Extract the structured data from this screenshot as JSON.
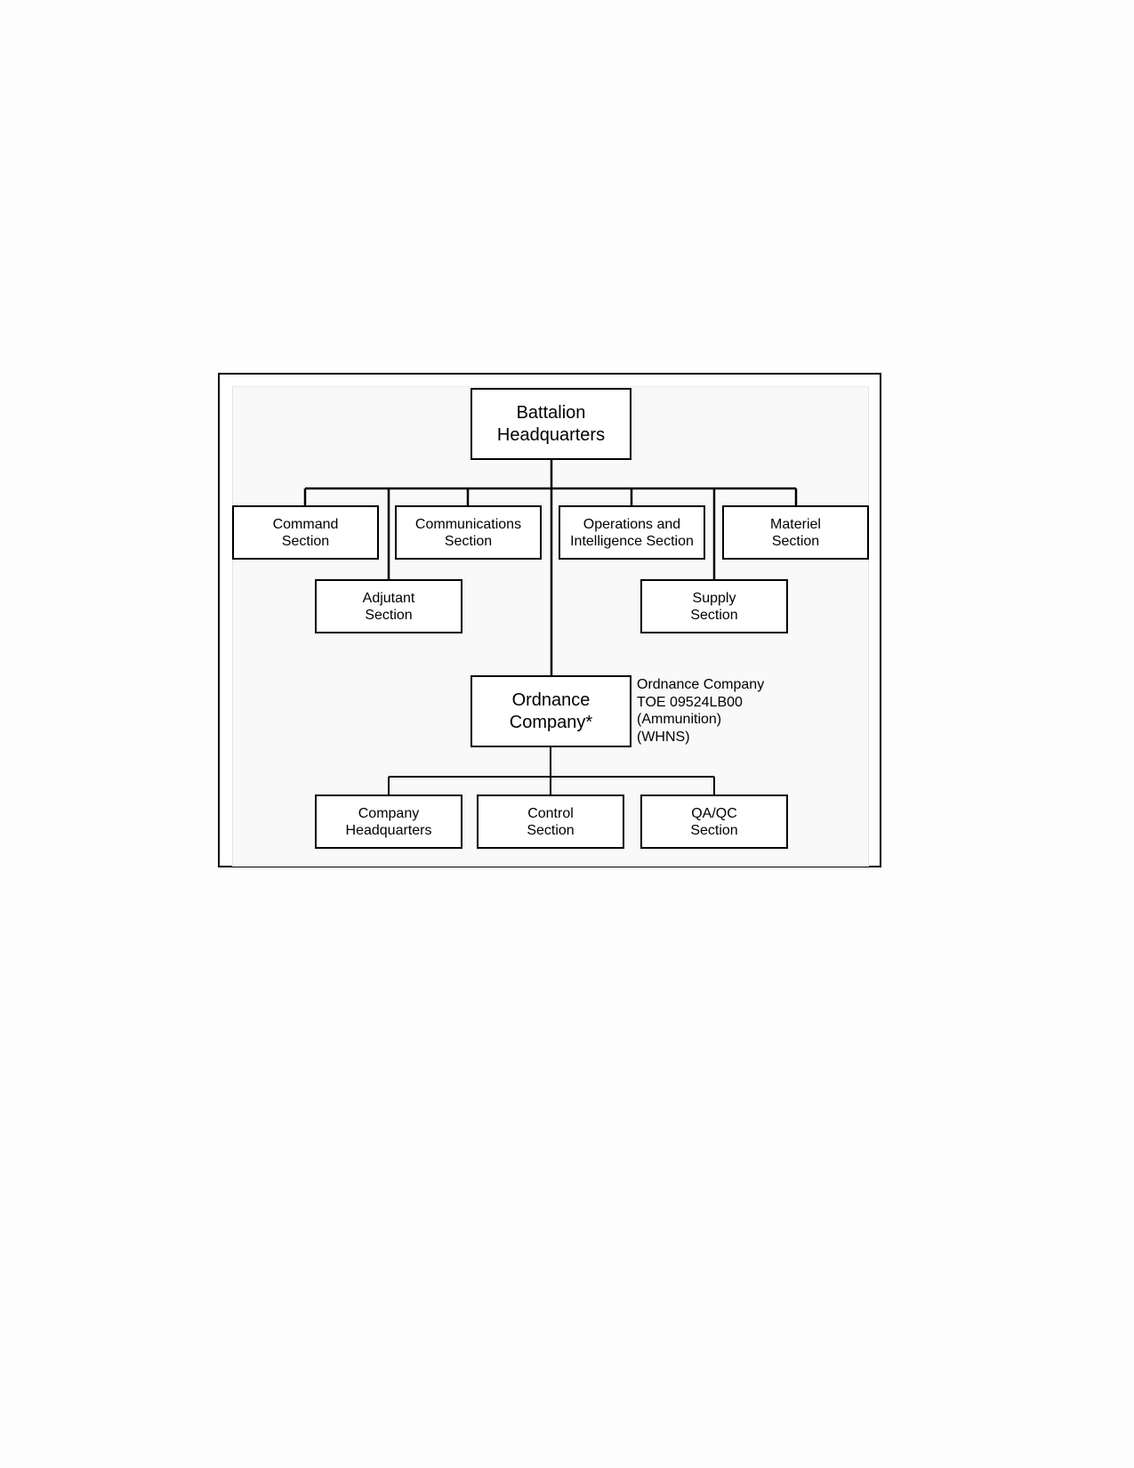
{
  "diagram": {
    "battalion_hq": "Battalion\nHeadquarters",
    "command_section": "Command\nSection",
    "communications_section": "Communications\nSection",
    "operations_section": "Operations and\nIntelligence Section",
    "materiel_section": "Materiel\nSection",
    "adjutant_section": "Adjutant\nSection",
    "supply_section": "Supply\nSection",
    "ordnance_company": "Ordnance\nCompany*",
    "ordnance_note": [
      "Ordnance Company",
      "TOE 09524LB00",
      "(Ammunition)",
      "(WHNS)"
    ],
    "company_hq": "Company\nHeadquarters",
    "control_section": "Control\nSection",
    "qaqc_section": "QA/QC\nSection"
  }
}
